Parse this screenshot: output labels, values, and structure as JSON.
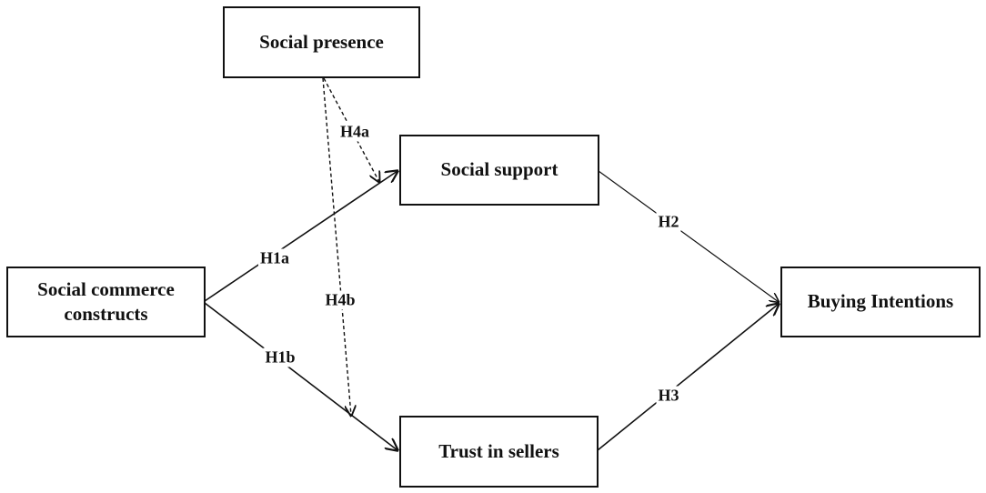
{
  "nodes": {
    "social_presence": "Social presence",
    "social_support": "Social support",
    "trust_in_sellers": "Trust in sellers",
    "social_commerce": "Social commerce constructs",
    "buying_intentions": "Buying Intentions"
  },
  "hypotheses": {
    "h1a": "H1a",
    "h1b": "H1b",
    "h2": "H2",
    "h3": "H3",
    "h4a": "H4a",
    "h4b": "H4b"
  },
  "edges": [
    {
      "id": "h1a",
      "from": "Social commerce constructs",
      "to": "Social support",
      "style": "solid"
    },
    {
      "id": "h1b",
      "from": "Social commerce constructs",
      "to": "Trust in sellers",
      "style": "solid"
    },
    {
      "id": "h2",
      "from": "Social support",
      "to": "Buying Intentions",
      "style": "solid"
    },
    {
      "id": "h3",
      "from": "Trust in sellers",
      "to": "Buying Intentions",
      "style": "solid"
    },
    {
      "id": "h4a",
      "from": "Social presence",
      "to": "H1a path",
      "style": "dashed"
    },
    {
      "id": "h4b",
      "from": "Social presence",
      "to": "H1b path",
      "style": "dashed"
    }
  ],
  "colors": {
    "stroke": "#111111",
    "background": "#ffffff"
  }
}
